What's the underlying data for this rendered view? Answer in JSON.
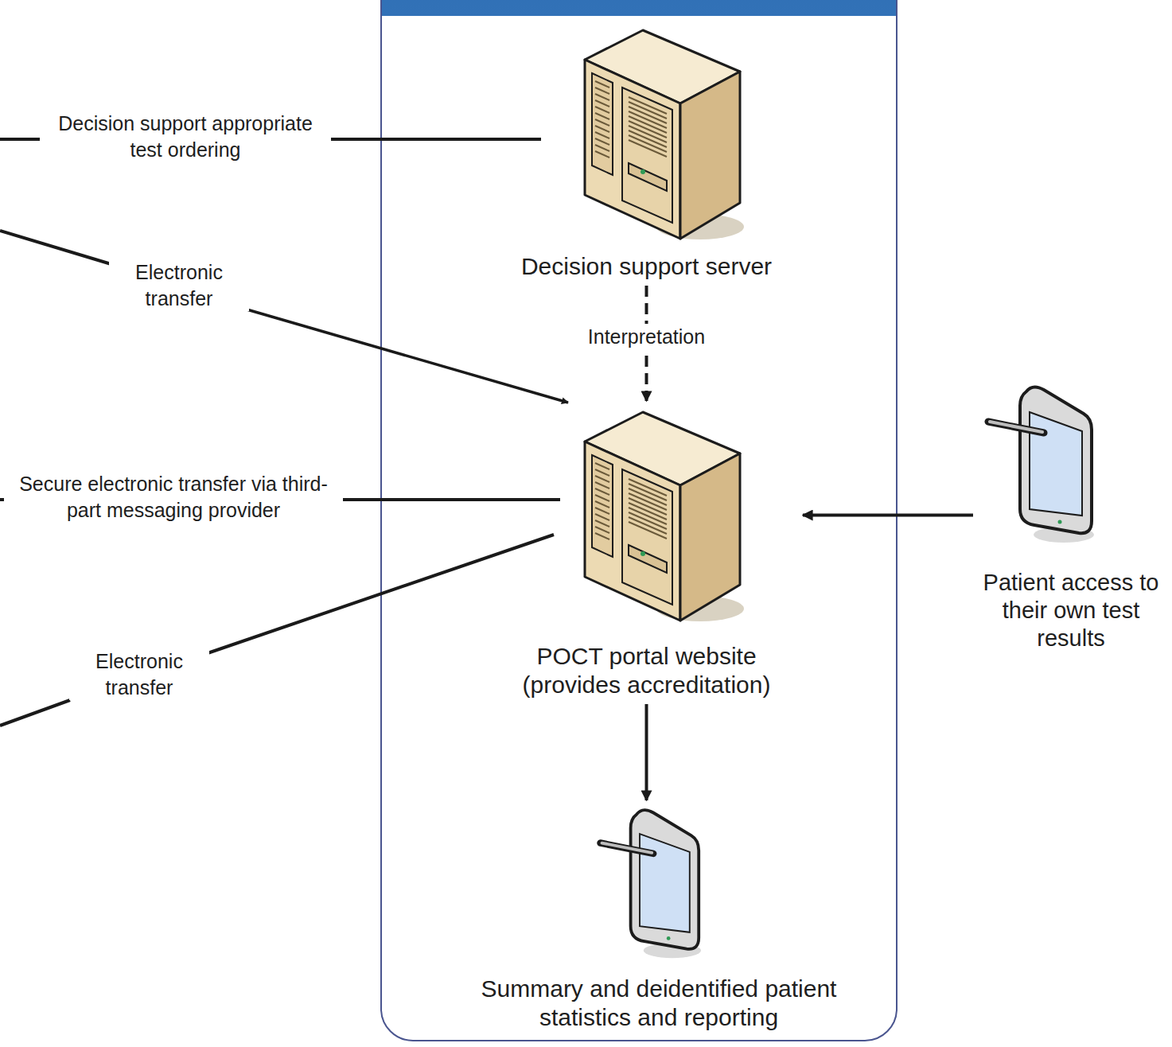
{
  "diagram": {
    "nodes": [
      {
        "text": [
          "Decision support server"
        ]
      },
      {
        "text": [
          "POCT portal website (provides accreditation)"
        ]
      },
      {
        "text": [
          "Summary and deidentified patient statistics and reporting"
        ]
      },
      {
        "text": [
          "Patient access to their own test results"
        ]
      }
    ],
    "edges": [
      {
        "from": 0,
        "to": 1,
        "label": "Interpretation",
        "arrow": "to"
      },
      {
        "from": 1,
        "to": 2,
        "arrow": "to"
      },
      {
        "from": 3,
        "to": 1,
        "arrow": "to"
      }
    ],
    "labels": [
      "Decision support appropriate test ordering",
      "Electronic transfer",
      "Secure electronic transfer via third-part messaging provider",
      "Electronic transfer"
    ]
  }
}
